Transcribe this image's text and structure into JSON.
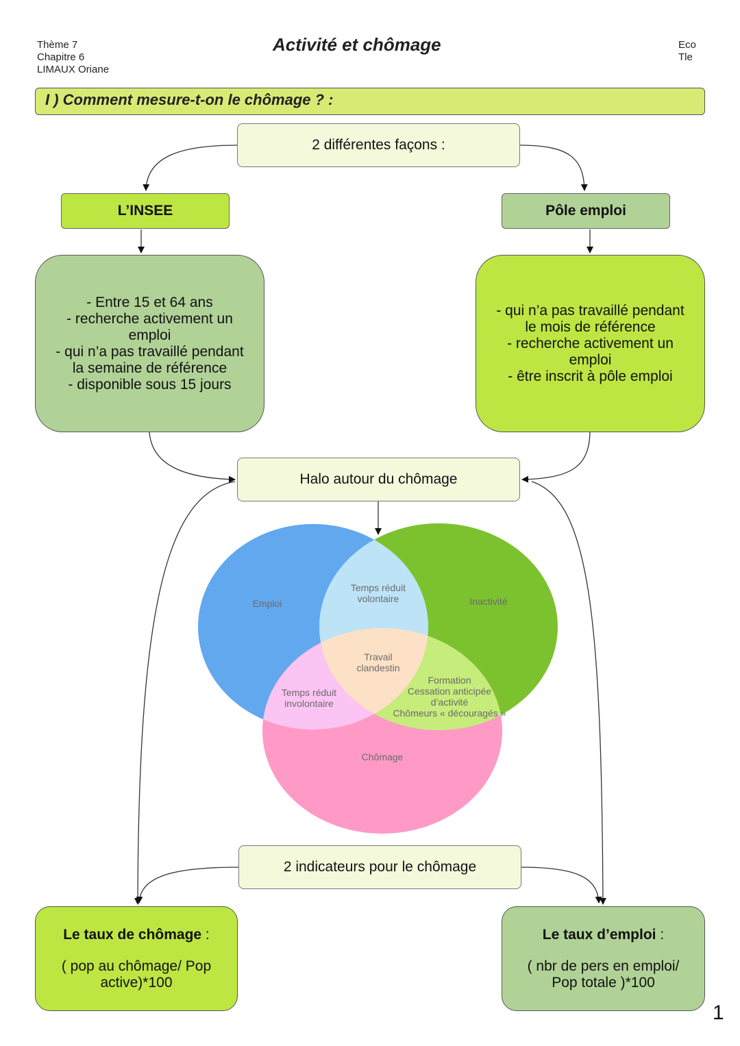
{
  "header": {
    "left": [
      "Thème 7",
      "Chapitre 6",
      "LIMAUX Oriane"
    ],
    "title": "Activité et chômage",
    "right": [
      "Eco",
      "Tle"
    ]
  },
  "section": {
    "title": "I ) Comment mesure-t-on le chômage ? :"
  },
  "ways_box": "2 différentes façons :",
  "insee": {
    "label": "L’INSEE",
    "lines": [
      "- Entre 15 et 64 ans",
      "- recherche activement un",
      "emploi",
      "- qui n’a pas travaillé pendant",
      "la semaine de référence",
      "- disponible sous 15 jours"
    ]
  },
  "pole": {
    "label": "Pôle emploi",
    "lines": [
      "- qui n’a pas travaillé pendant",
      "le mois de référence",
      "- recherche activement un",
      "emploi",
      "- être inscrit à pôle emploi"
    ]
  },
  "halo_box": "Halo autour du chômage",
  "venn": {
    "emploi": "Emploi",
    "inactivite": "Inactivité",
    "chomage": "Chômage",
    "temps_reduit_volontaire": [
      "Temps réduit",
      "volontaire"
    ],
    "travail_clandestin": [
      "Travail",
      "clandestin"
    ],
    "temps_reduit_involontaire": [
      "Temps réduit",
      "involontaire"
    ],
    "halo_items": [
      "Formation",
      "Cessation anticipée",
      "d’activité",
      "Chômeurs « découragés »"
    ],
    "colors": {
      "emploi": "#62a8ee",
      "inactivite": "#7cc22f",
      "chomage": "#ff9ac6",
      "emploi_inactivite": "#bde3f7",
      "center": "#fde1c7",
      "emploi_chomage": "#fbc4f3",
      "inactivite_chomage": "#c6ec7b"
    }
  },
  "indicators_box": "2 indicateurs pour le chômage",
  "taux_chomage": {
    "title": "Le taux de chômage",
    "colon": " :",
    "lines": [
      "( pop au chômage/ Pop",
      "active)*100"
    ]
  },
  "taux_emploi": {
    "title": "Le taux d’emploi",
    "colon": " :",
    "lines": [
      "( nbr de pers en emploi/",
      "Pop totale )*100"
    ]
  },
  "page_number": "1"
}
